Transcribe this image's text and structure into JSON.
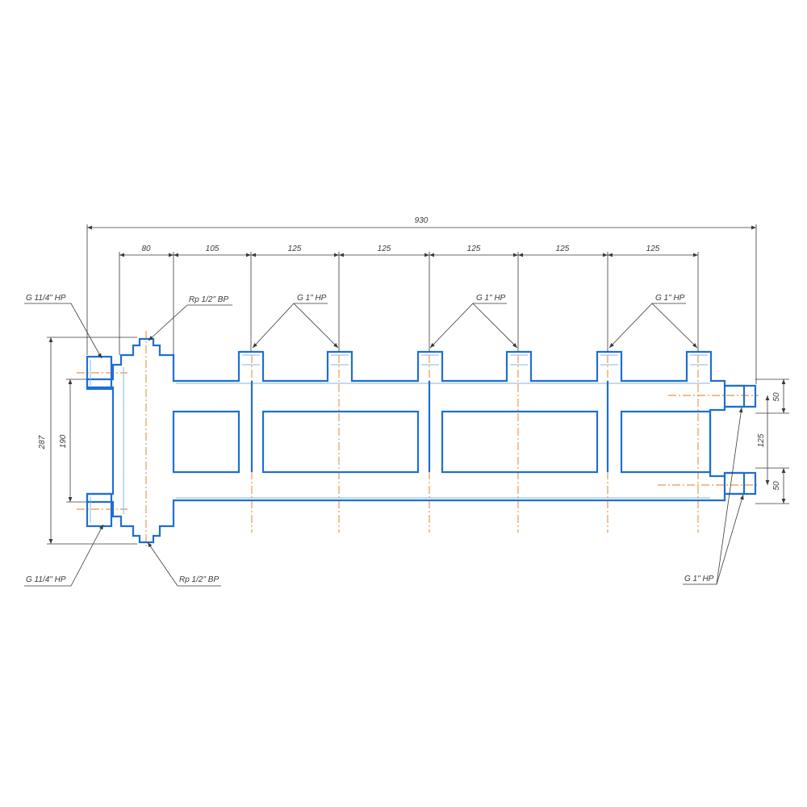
{
  "dimensions": {
    "overall": "930",
    "segments": [
      "80",
      "105",
      "125",
      "125",
      "125",
      "125",
      "125"
    ],
    "height_outer": "287",
    "height_inner": "190",
    "right_top": "50",
    "right_mid": "125",
    "right_bottom": "50"
  },
  "callouts": {
    "left_top_inlet": "G 11/4\" НР",
    "left_bottom_inlet": "G 11/4\" НР",
    "top_port": "Rp 1/2\" ВР",
    "bottom_port": "Rp 1/2\" ВР",
    "outlet_pair_1": "G 1\" НР",
    "outlet_pair_2": "G 1\" НР",
    "outlet_pair_3": "G 1\" НР",
    "right_outlets": "G 1\" НР"
  }
}
